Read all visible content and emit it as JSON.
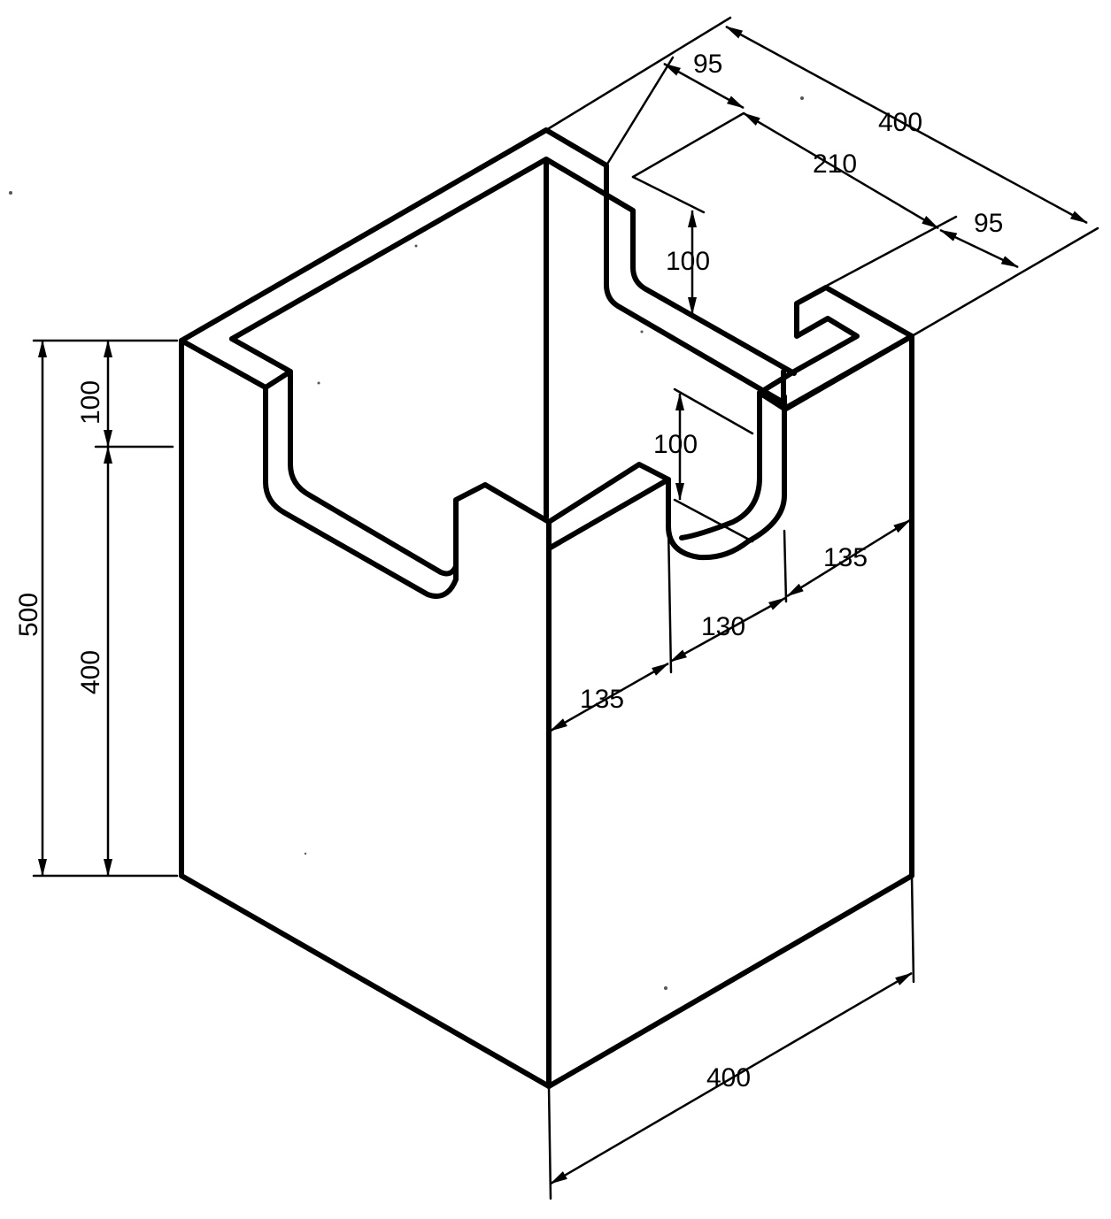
{
  "dimensions": {
    "top_overall_width": "400",
    "top_left_rim": "95",
    "top_slot_width": "210",
    "top_right_rim": "95",
    "back_slot_depth": "100",
    "front_slot_depth": "100",
    "height_notch": "100",
    "height_lower": "400",
    "height_total": "500",
    "front_left_segment": "135",
    "front_slot_width": "130",
    "front_right_segment": "135",
    "bottom_width": "400"
  }
}
